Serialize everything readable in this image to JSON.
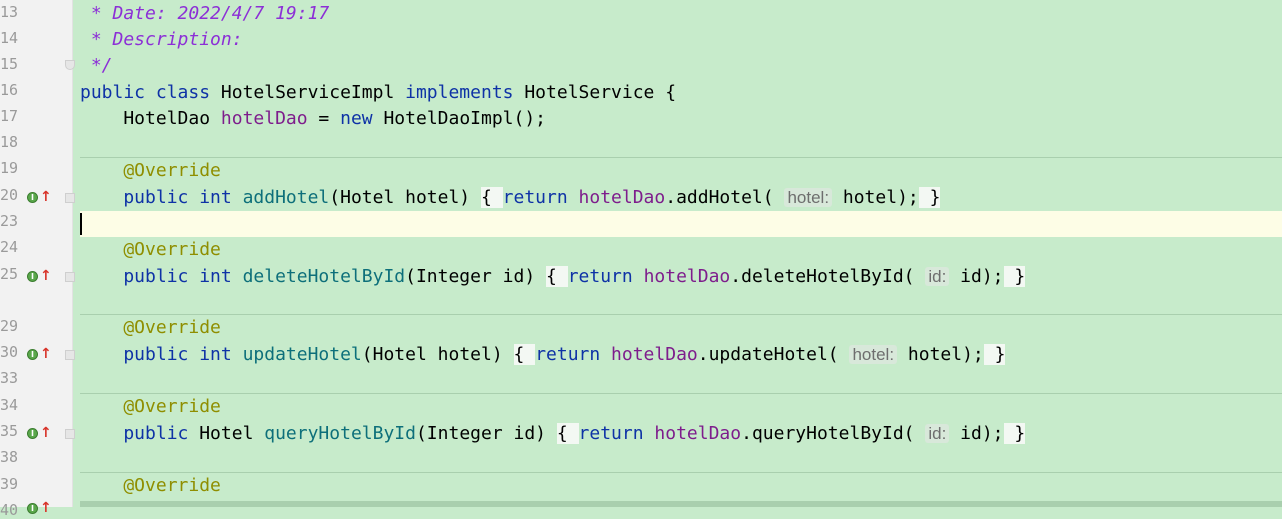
{
  "line_numbers": [
    "13",
    "14",
    "15",
    "16",
    "17",
    "18",
    "19",
    "20",
    "23",
    "24",
    "25",
    "29",
    "30",
    "33",
    "34",
    "35",
    "38",
    "39",
    "40"
  ],
  "colors": {
    "background": "#c7ebcb",
    "comment": "#8c2fd6",
    "keyword": "#0e32a6",
    "annotation": "#8f8e00",
    "field": "#7e1d8c",
    "method": "#0d6f7a"
  },
  "icons": [
    "implementing-method-icon",
    "fold-icon"
  ],
  "code": {
    "l13": " * Date: 2022/4/7 19:17",
    "l14": " * Description:",
    "l15": " */",
    "l16": {
      "kw1": "public class ",
      "cls": "HotelServiceImpl ",
      "kw2": "implements ",
      "iface": "HotelService {"
    },
    "l17": {
      "type": "    HotelDao ",
      "field": "hotelDao",
      "eq": " = ",
      "kw": "new ",
      "ctor": "HotelDaoImpl();"
    },
    "methods": [
      {
        "annotation": "    @Override",
        "kw": "    public int ",
        "name": "addHotel",
        "params": "(Hotel hotel) ",
        "open": "{ ",
        "ret": "return ",
        "field": "hotelDao",
        "call": ".addHotel( ",
        "hint": "hotel:",
        "arg": " hotel);",
        "close": " }"
      },
      {
        "annotation": "    @Override",
        "kw": "    public int ",
        "name": "deleteHotelById",
        "params": "(Integer id) ",
        "open": "{ ",
        "ret": "return ",
        "field": "hotelDao",
        "call": ".deleteHotelById( ",
        "hint": "id:",
        "arg": " id);",
        "close": " }"
      },
      {
        "annotation": "    @Override",
        "kw": "    public int ",
        "name": "updateHotel",
        "params": "(Hotel hotel) ",
        "open": "{ ",
        "ret": "return ",
        "field": "hotelDao",
        "call": ".updateHotel( ",
        "hint": "hotel:",
        "arg": " hotel);",
        "close": " }"
      },
      {
        "annotation": "    @Override",
        "kw": "    public ",
        "type": "Hotel ",
        "name": "queryHotelById",
        "params": "(Integer id) ",
        "open": "{ ",
        "ret": "return ",
        "field": "hotelDao",
        "call": ".queryHotelById( ",
        "hint": "id:",
        "arg": " id);",
        "close": " }"
      }
    ],
    "l39": "    @Override"
  }
}
